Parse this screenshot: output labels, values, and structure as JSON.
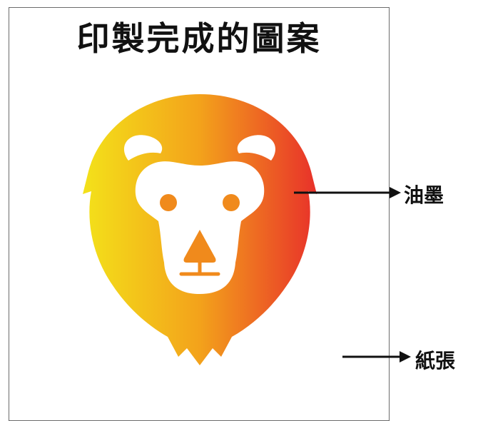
{
  "title": "印製完成的圖案",
  "labels": {
    "ink": "油墨",
    "paper": "紙張"
  },
  "colors": {
    "gradient_left": "#f3e21a",
    "gradient_mid": "#f3a21b",
    "gradient_right": "#e8302a",
    "face": "#ffffff",
    "features": "#f08a1c",
    "arrow": "#111111"
  }
}
